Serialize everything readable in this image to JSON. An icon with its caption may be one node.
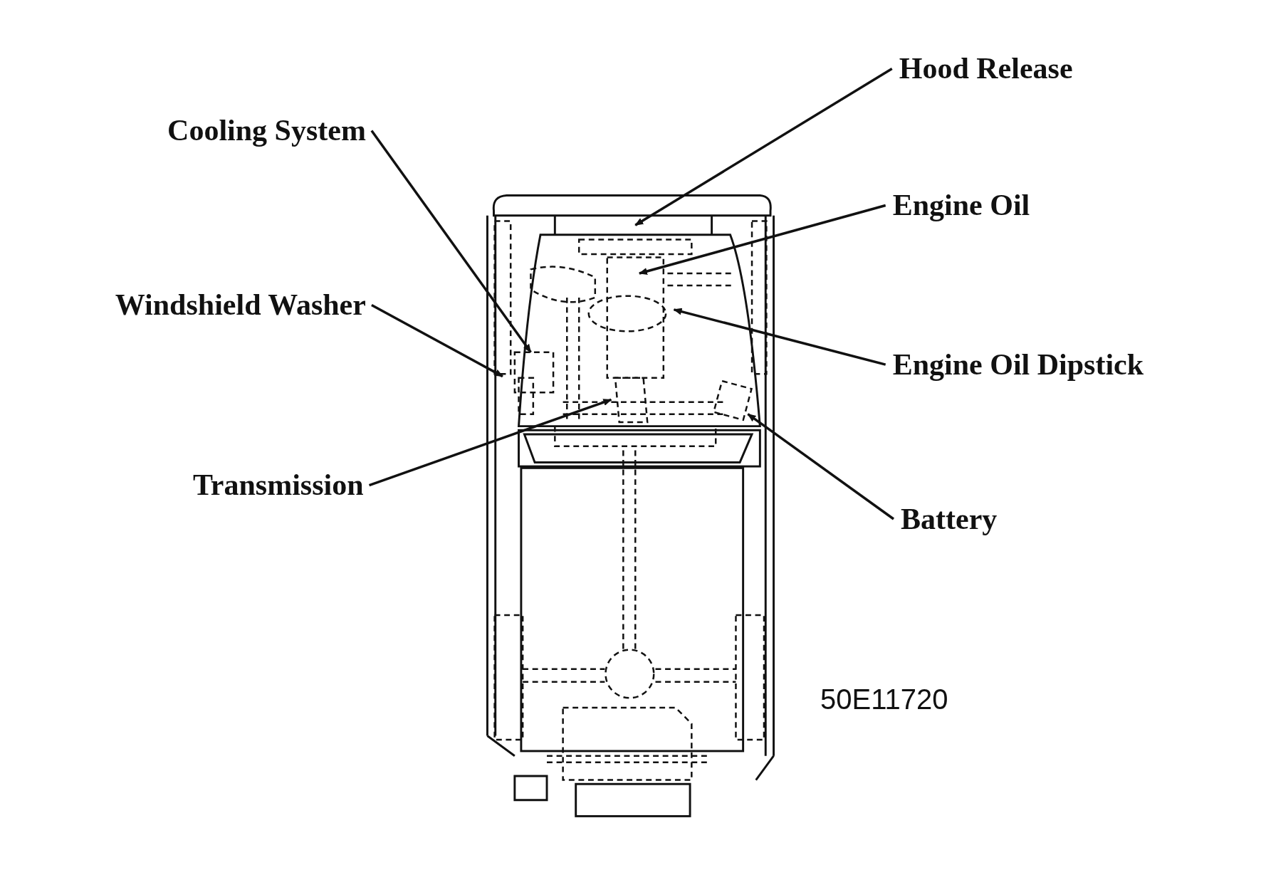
{
  "diagram": {
    "nodes": [
      {
        "text": [
          "Hood Release"
        ]
      },
      {
        "text": [
          "Cooling System"
        ]
      },
      {
        "text": [
          "Engine Oil"
        ]
      },
      {
        "text": [
          "Windshield Washer"
        ]
      },
      {
        "text": [
          "Engine Oil Dipstick"
        ]
      },
      {
        "text": [
          "Transmission"
        ]
      },
      {
        "text": [
          "Battery"
        ]
      }
    ],
    "edges": [
      {
        "from": 0,
        "to": null,
        "arrow": "to"
      },
      {
        "from": 1,
        "to": null,
        "arrow": "to"
      },
      {
        "from": 2,
        "to": null,
        "arrow": "to"
      },
      {
        "from": 3,
        "to": null,
        "arrow": "to"
      },
      {
        "from": 4,
        "to": null,
        "arrow": "to"
      },
      {
        "from": 5,
        "to": null,
        "arrow": "to"
      },
      {
        "from": 6,
        "to": null,
        "arrow": "to"
      }
    ],
    "labels": [
      "50E11720"
    ]
  }
}
